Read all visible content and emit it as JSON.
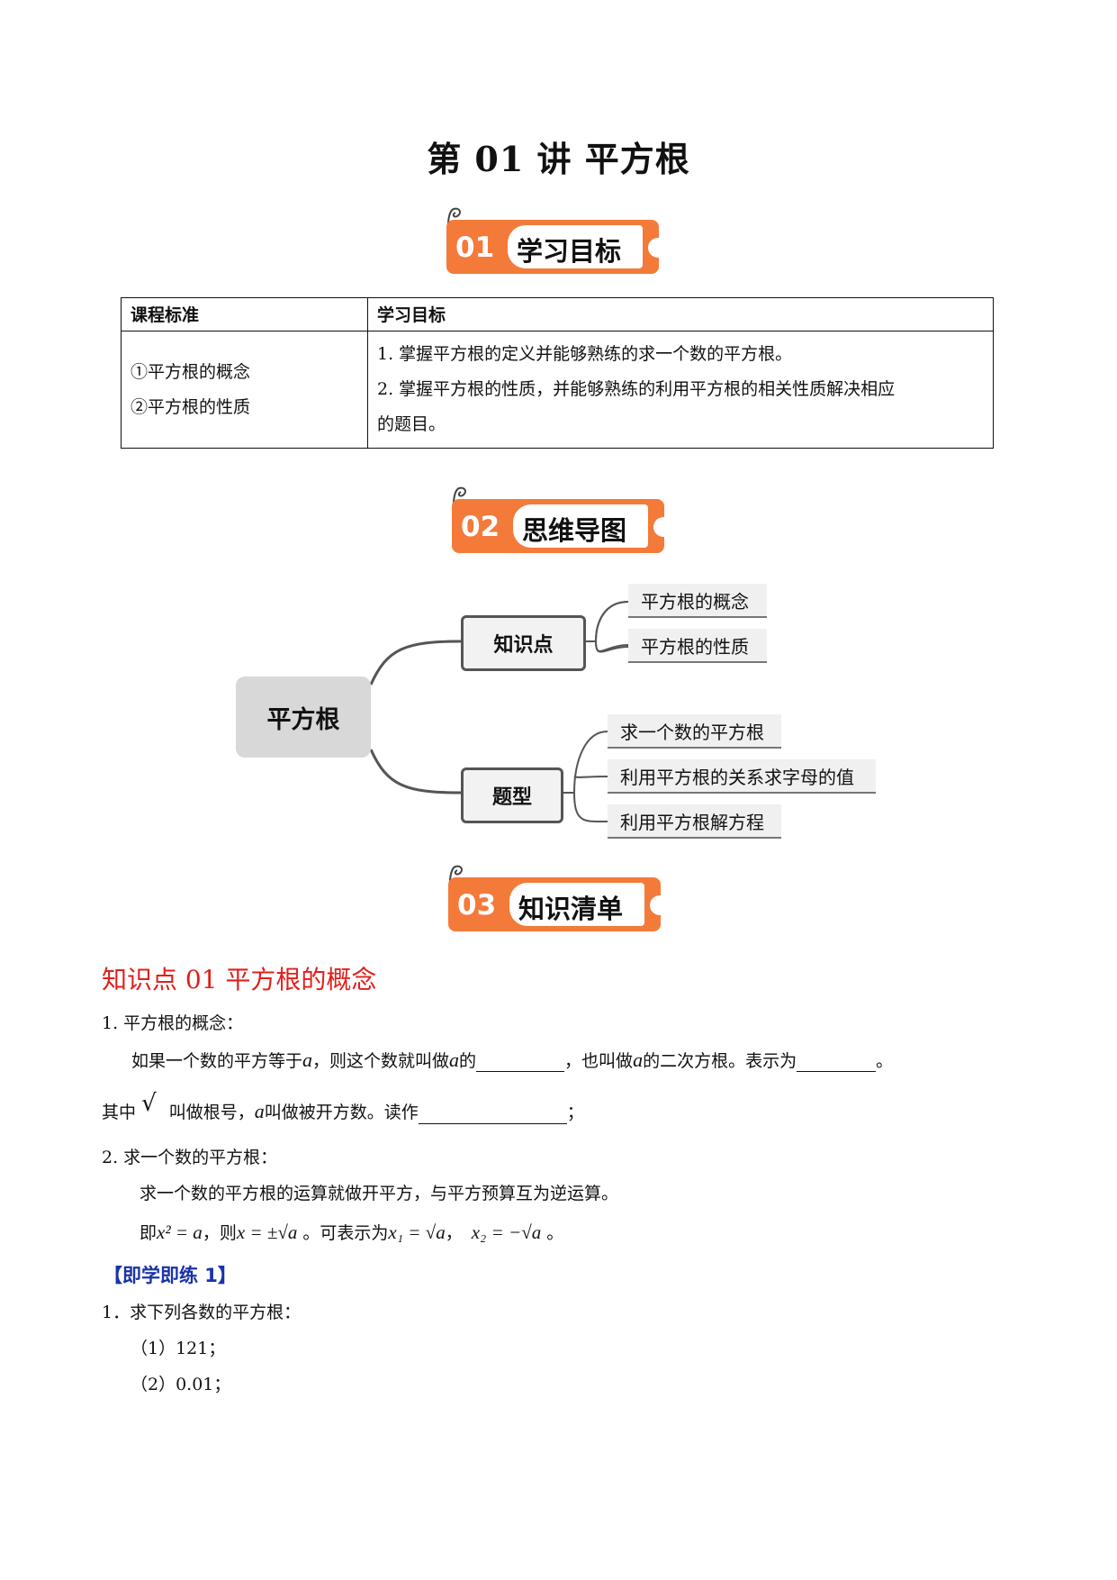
{
  "title": "第 01 讲  平方根",
  "sections": [
    {
      "num": "01",
      "label": "学习目标"
    },
    {
      "num": "02",
      "label": "思维导图"
    },
    {
      "num": "03",
      "label": "知识清单"
    }
  ],
  "objectives_table": {
    "headers": [
      "课程标准",
      "学习目标"
    ],
    "left": [
      "①平方根的概念",
      "②平方根的性质"
    ],
    "right": [
      "1. 掌握平方根的定义并能够熟练的求一个数的平方根。",
      "2. 掌握平方根的性质，并能够熟练的利用平方根的相关性质解决相应",
      "的题目。"
    ]
  },
  "mindmap": {
    "root": "平方根",
    "branches": [
      {
        "label": "知识点",
        "leaves": [
          "平方根的概念",
          "平方根的性质"
        ]
      },
      {
        "label": "题型",
        "leaves": [
          "求一个数的平方根",
          "利用平方根的关系求字母的值",
          "利用平方根解方程"
        ]
      }
    ]
  },
  "knowledge": {
    "heading": "知识点 01  平方根的概念",
    "item1_title": "1. 平方根的概念：",
    "item1_line1": {
      "a": "如果一个数的平方等于",
      "b": "，则这个数就叫做",
      "c": "的",
      "d": "，也叫做",
      "e": "的二次方根。表示为",
      "f": "。"
    },
    "item1_line2": {
      "a": "其中",
      "b": "叫做根号，",
      "c": "叫做被开方数。读作",
      "d": "；"
    },
    "var_a": "a",
    "sqrt_symbol": "√",
    "item2_title": "2. 求一个数的平方根：",
    "item2_line1": "求一个数的平方根的运算就做开平方，与平方预算互为逆运算。",
    "item2_line2": {
      "a": "即",
      "eq1": "x² = a",
      "b": "，则",
      "eq2": "x = ±√a",
      "c": "。可表示为",
      "eq3": "x₁ = √a",
      "d": "，",
      "eq4": "x₂ = −√a",
      "e": "。"
    }
  },
  "practice": {
    "heading": "【即学即练 1】",
    "question": "1．求下列各数的平方根：",
    "items": [
      "（1）121；",
      "（2）0.01；"
    ]
  }
}
